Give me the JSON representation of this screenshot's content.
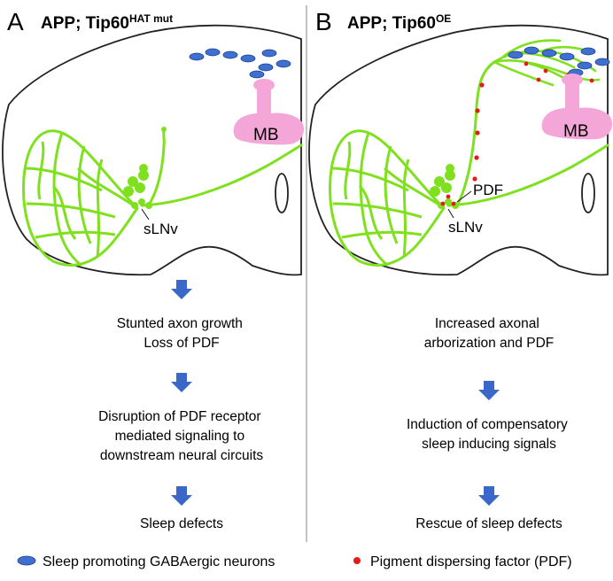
{
  "panel_a": {
    "letter": "A",
    "title_main": "APP; Tip60",
    "title_sup": "HAT mut",
    "mb_label": "MB",
    "slnv_label": "sLNv",
    "flow": [
      [
        "Stunted axon growth",
        "Loss of PDF"
      ],
      [
        "Disruption of PDF receptor",
        "mediated signaling to",
        "downstream neural circuits"
      ],
      [
        "Sleep defects"
      ]
    ]
  },
  "panel_b": {
    "letter": "B",
    "title_main": "APP; Tip60",
    "title_sup": "OE",
    "mb_label": "MB",
    "slnv_label": "sLNv",
    "pdf_label": "PDF",
    "flow": [
      [
        "Increased axonal",
        "arborization and  PDF"
      ],
      [
        "Induction of compensatory",
        "sleep inducing signals"
      ],
      [
        "Rescue of sleep defects"
      ]
    ]
  },
  "legend": {
    "gaba_label": "Sleep promoting GABAergic neurons",
    "pdf_label": "Pigment dispersing factor (PDF)"
  },
  "colors": {
    "neuron_green": "#7fe11e",
    "mb_pink": "#f5a6d8",
    "gaba_blue": "#3f6fcf",
    "pdf_red": "#e21b1b",
    "arrow_blue": "#3a68c8",
    "outline": "#222222"
  }
}
